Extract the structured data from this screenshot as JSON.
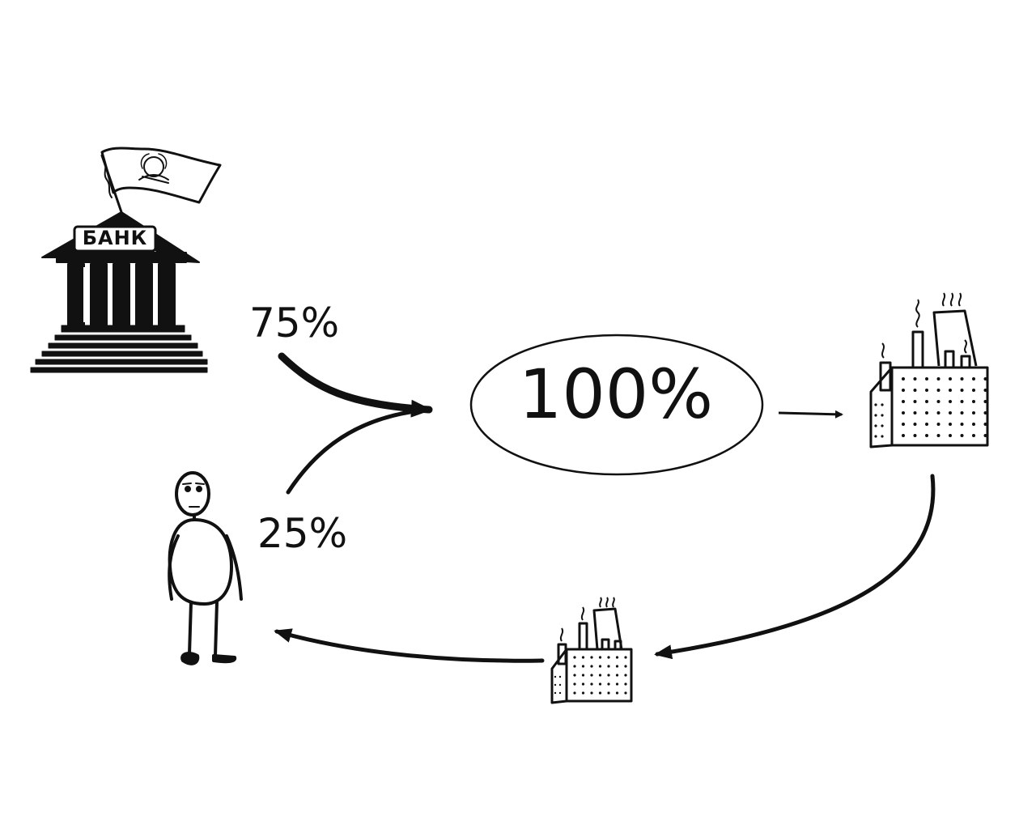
{
  "diagram": {
    "bank_sign": "БАНК",
    "bank_share": "75%",
    "person_share": "25%",
    "total": "100%"
  },
  "icons": {
    "bank": "bank-building-icon",
    "flag": "flag-icon",
    "person": "person-icon",
    "factory_large": "factory-icon",
    "factory_small": "factory-icon"
  },
  "colors": {
    "ink": "#111111",
    "background": "#ffffff"
  }
}
